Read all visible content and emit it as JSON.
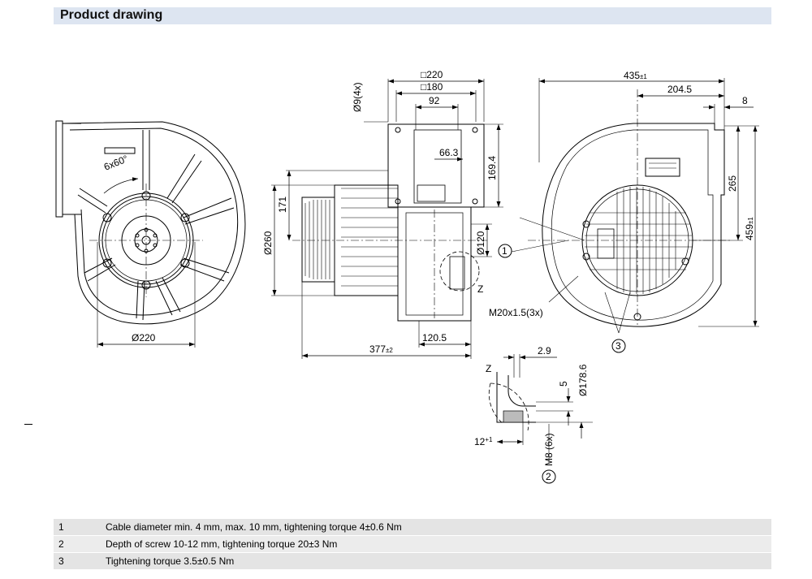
{
  "header": {
    "title": "Product drawing"
  },
  "labels": {
    "angle": "6x60°",
    "dia220": "Ø220",
    "sq220": "□220",
    "sq180": "□180",
    "hole9": "Ø9(4x)",
    "d92": "92",
    "d66": "66.3",
    "d169": "169.4",
    "d171": "171",
    "dia260": "Ø260",
    "dia120": "Ø120",
    "d377": "377",
    "d377tol": "±2",
    "d120_5": "120.5",
    "z": "Z",
    "d435": "435",
    "d435tol": "±1",
    "d204": "204.5",
    "d8": "8",
    "d265": "265",
    "d459": "459",
    "d459tol": "±1",
    "m20": "M20x1.5(3x)",
    "d2_9": "2.9",
    "d5": "5",
    "dia178": "Ø178.6",
    "d12": "12",
    "d12tol": "+1",
    "m8": "M8 (6x)",
    "callout1": "1",
    "callout2": "2",
    "callout3": "3"
  },
  "notes": [
    {
      "num": "1",
      "text": "Cable diameter min. 4 mm, max. 10 mm, tightening torque 4±0.6 Nm"
    },
    {
      "num": "2",
      "text": "Depth of screw 10-12 mm, tightening torque 20±3 Nm"
    },
    {
      "num": "3",
      "text": "Tightening torque 3.5±0.5 Nm"
    }
  ]
}
